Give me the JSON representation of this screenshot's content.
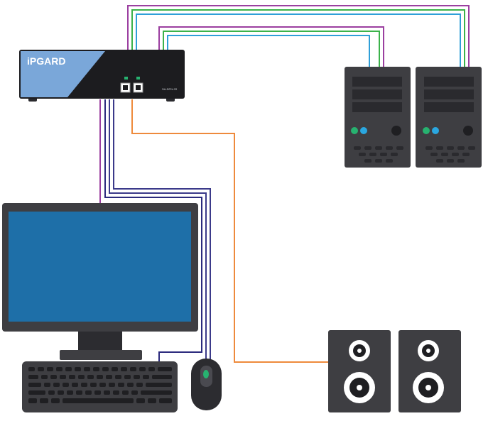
{
  "kvm": {
    "brand": "iPGARD",
    "model": "SA-DPN-2S"
  },
  "colors": {
    "hdmi_purple": "#9b3fa0",
    "usb_blue": "#2f9fd8",
    "usb_green": "#3bb24a",
    "audio_orange": "#ee8a3c",
    "kb_navy": "#2b2a7d",
    "mouse_navy": "#3b3a8a",
    "device_body": "#3e3e42",
    "screen_blue": "#1e6fa8",
    "kvm_light_blue": "#7aa7d9",
    "led_green": "#27b270",
    "led_blue": "#2aa7e0"
  },
  "devices": {
    "computers": [
      "computer-1",
      "computer-2"
    ],
    "speakers": [
      "speaker-left",
      "speaker-right"
    ]
  }
}
